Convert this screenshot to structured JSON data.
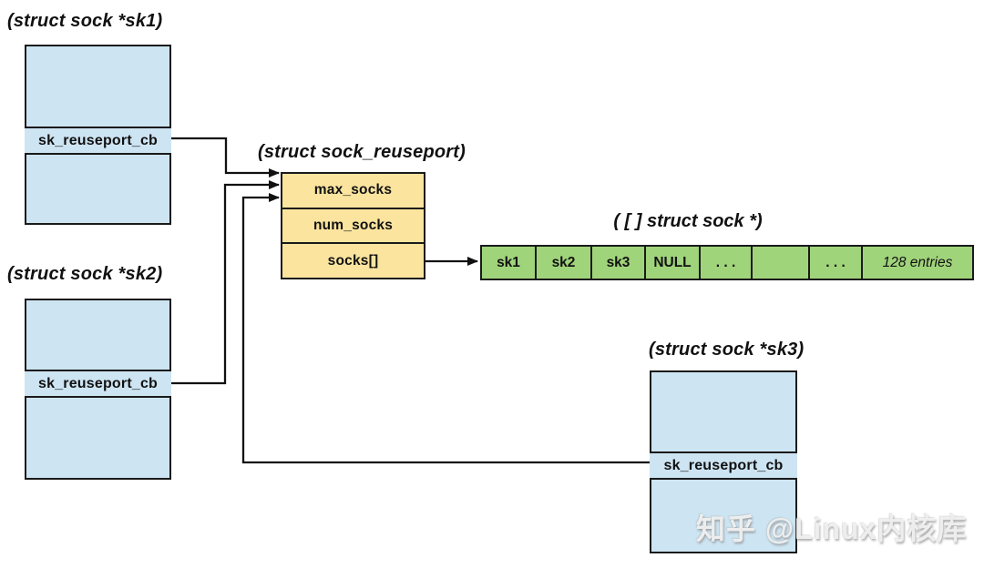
{
  "diagram": {
    "sk1": {
      "title": "(struct sock *sk1)",
      "field": "sk_reuseport_cb"
    },
    "sk2": {
      "title": "(struct sock *sk2)",
      "field": "sk_reuseport_cb"
    },
    "sk3": {
      "title": "(struct sock *sk3)",
      "field": "sk_reuseport_cb"
    },
    "reuseport": {
      "title": "(struct sock_reuseport)",
      "fields": [
        "max_socks",
        "num_socks",
        "socks[]"
      ]
    },
    "sock_array": {
      "title": "( [ ] struct sock *)",
      "cells": [
        "sk1",
        "sk2",
        "sk3",
        "NULL",
        ". . .",
        "",
        ". . .",
        "128 entries"
      ]
    },
    "watermark": "知乎 @Linux内核库",
    "colors": {
      "sock_box": "#cde4f2",
      "reuseport_box": "#fae49e",
      "array_box": "#a0d47b",
      "line": "#111111"
    }
  }
}
